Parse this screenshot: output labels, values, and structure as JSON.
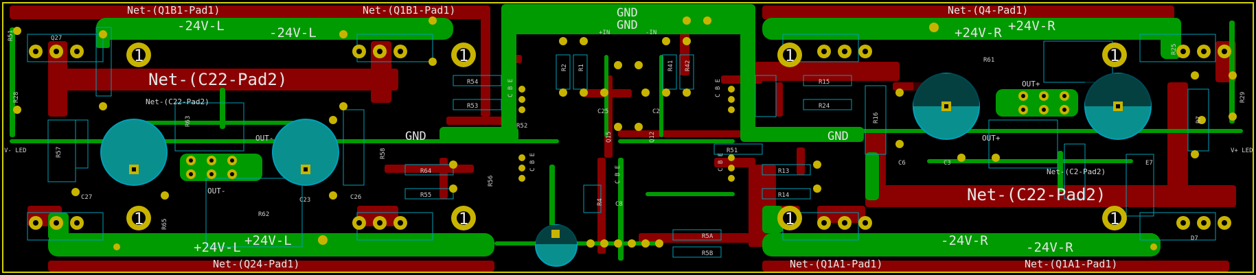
{
  "board": {
    "colors": {
      "background": "#000000",
      "front_copper": "#009b00",
      "back_copper": "#8b0000",
      "pad": "#c8b400",
      "hole": "#000000",
      "silkscreen": "#00a0b8",
      "outline": "#d2d200",
      "capacitor": "#0a8f8f"
    }
  },
  "labels": {
    "q1b1_left": "Net-(Q1B1-Pad1)",
    "q1b1_mid": "Net-(Q1B1-Pad1)",
    "q4": "Net-(Q4-Pad1)",
    "q24": "Net-(Q24-Pad1)",
    "q1a1_left": "Net-(Q1A1-Pad1)",
    "q1a1_right": "Net-(Q1A1-Pad1)",
    "gnd_top": "GND",
    "gnd_top2": "GND",
    "gnd_left": "GND",
    "gnd_right": "GND",
    "m24vl_a": "-24V-L",
    "m24vl_b": "-24V-L",
    "p24vl_a": "+24V-L",
    "p24vl_b": "+24V-L",
    "p24vr_a": "+24V-R",
    "p24vr_b": "+24V-R",
    "m24vr_a": "-24V-R",
    "m24vr_b": "-24V-R",
    "c22_big_left": "Net-(C22-Pad2)",
    "c22_big_right": "Net-(C22-Pad2)",
    "c22_small_left": "Net-(C22-Pad2)",
    "c22_small_right": "Net-(C2-Pad2)",
    "out_minus_a": "OUT-",
    "out_minus_b": "OUT-",
    "out_plus_a": "OUT+",
    "out_plus_b": "OUT+",
    "vminus_led": "V- LED",
    "vplus_led": "V+ LED",
    "in_plus": "+IN",
    "in_minus": "-IN"
  },
  "mounting_holes": [
    {
      "label": "1"
    },
    {
      "label": "1"
    },
    {
      "label": "1"
    },
    {
      "label": "1"
    },
    {
      "label": "1"
    },
    {
      "label": "1"
    },
    {
      "label": "1"
    },
    {
      "label": "1"
    }
  ],
  "refs": {
    "r51": "R51",
    "q27": "Q27",
    "r28": "R28",
    "r57": "R57",
    "c27": "C27",
    "r63": "R63",
    "r62": "R62",
    "c23": "C23",
    "c26": "C26",
    "r54": "R54",
    "r53": "R53",
    "r52": "R52",
    "r64": "R64",
    "r55": "R55",
    "r56": "R56",
    "r65": "R65",
    "r58": "R58",
    "r2": "R2",
    "r1": "R1",
    "r41": "R41",
    "r42": "R42",
    "c25": "C25",
    "c2": "C2",
    "q15": "Q15",
    "q12": "Q12",
    "r15": "R15",
    "r24": "R24",
    "r16": "R16",
    "c6": "C6",
    "c3": "C3",
    "r61": "R61",
    "r25": "R25",
    "r29": "R29",
    "r7": "R7",
    "e7": "E7",
    "d7": "D7",
    "r13": "R13",
    "r14": "R14",
    "r51b": "R51",
    "r5a": "R5A",
    "r5b": "R5B",
    "c8": "C8",
    "r4": "R4",
    "cbe1": "C B E",
    "cbe2": "C B E",
    "cbe3": "C B E",
    "cbe4": "C B E",
    "cbe5": "C B E"
  }
}
